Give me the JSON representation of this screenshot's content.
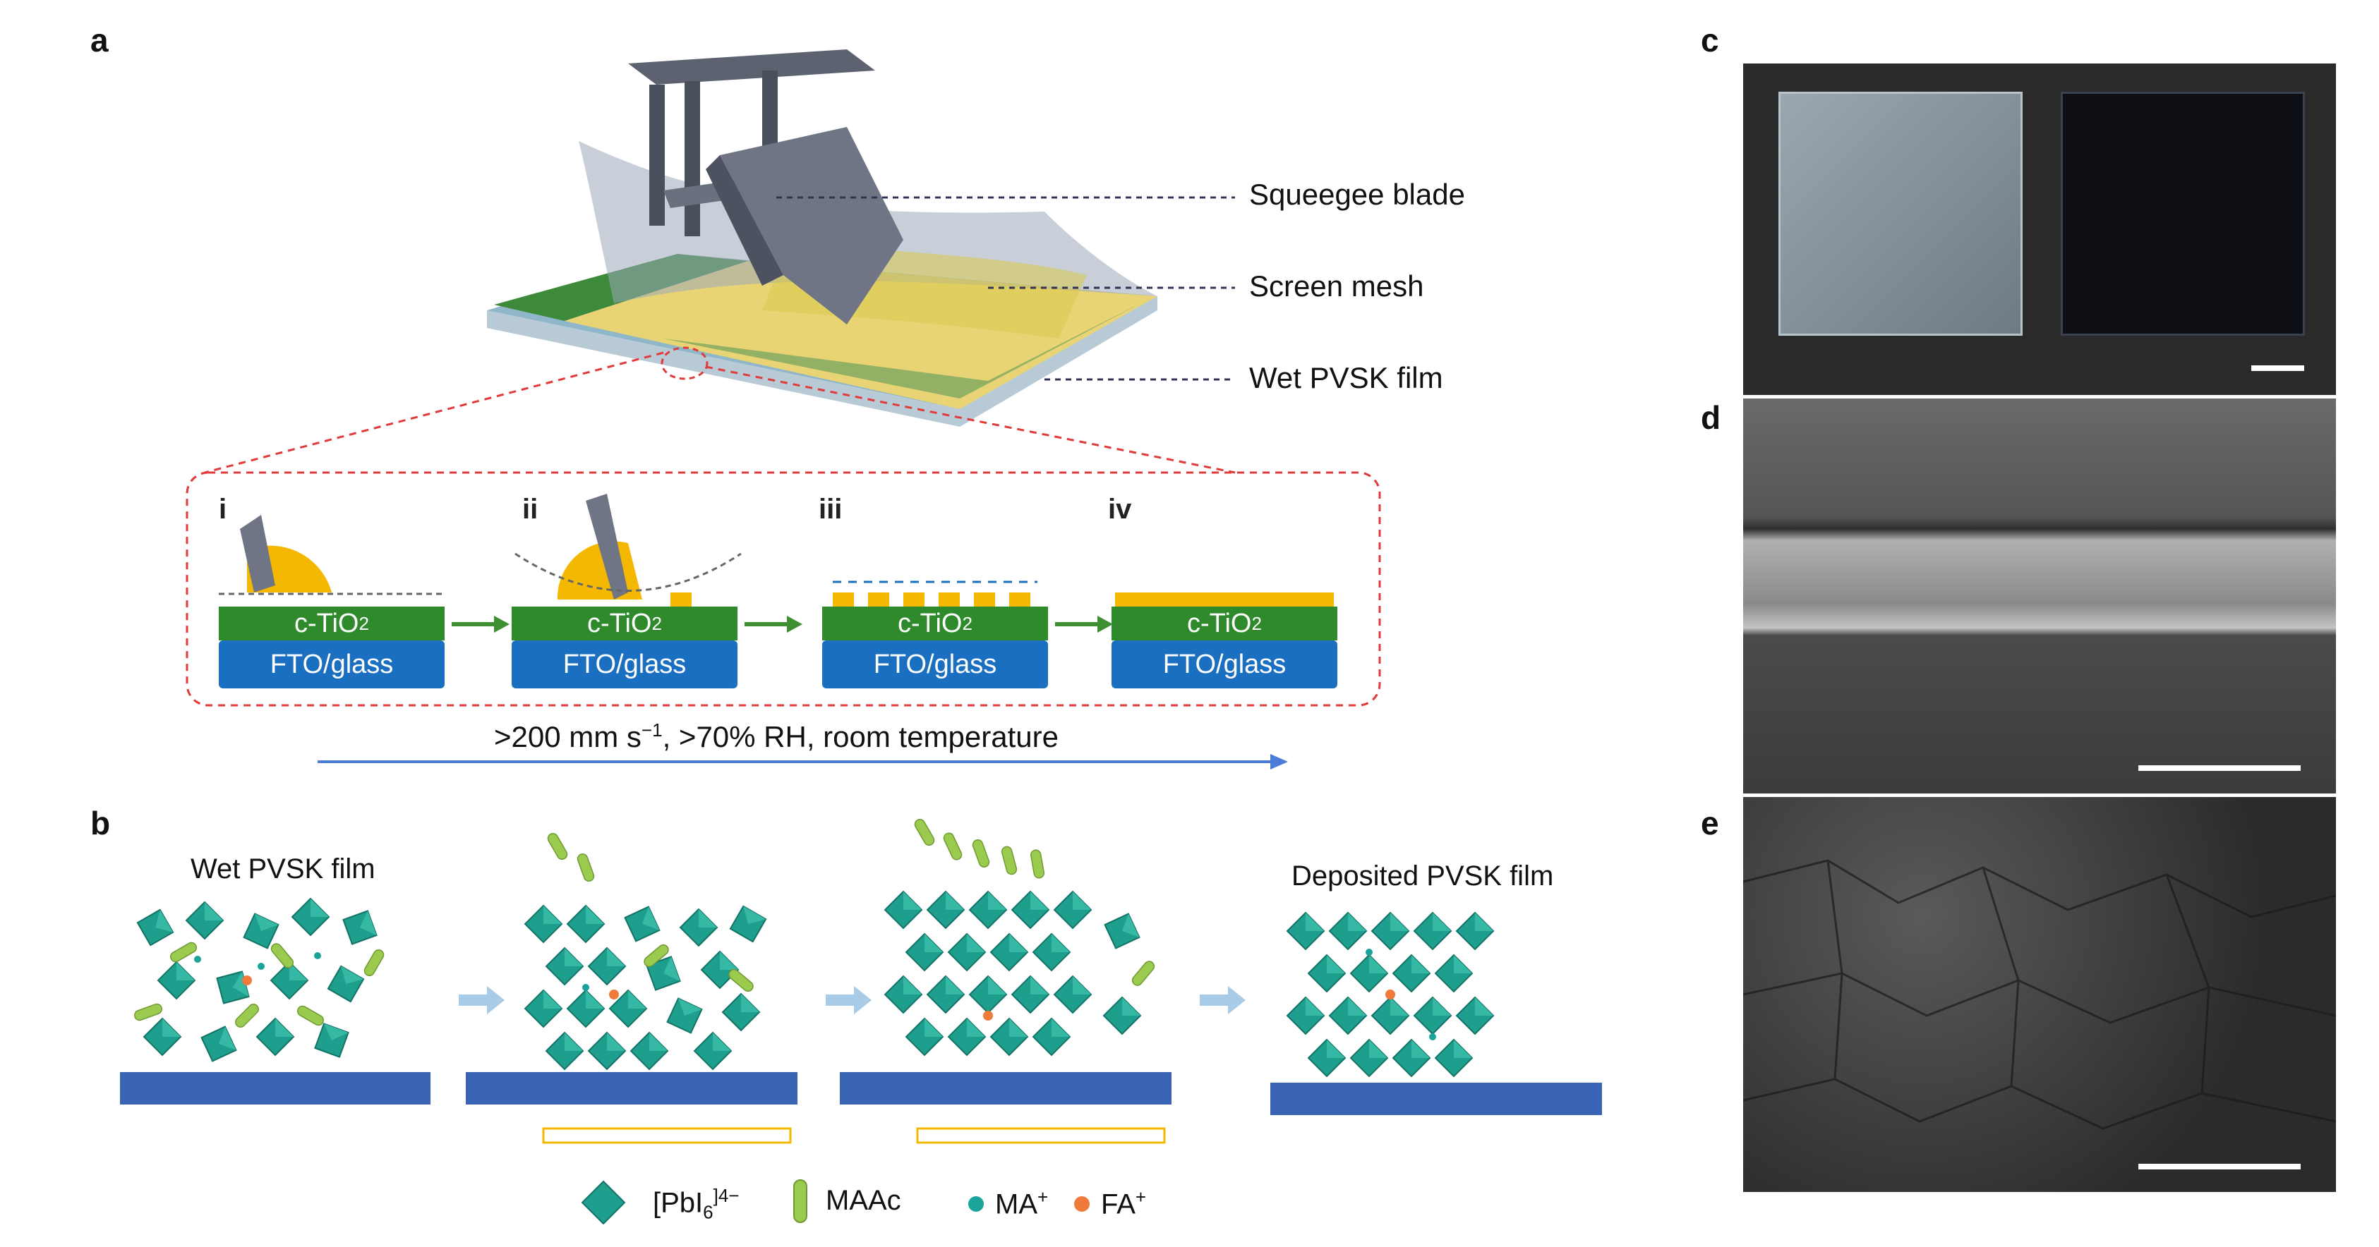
{
  "panels": {
    "a": "a",
    "b": "b",
    "c": "c",
    "d": "d",
    "e": "e"
  },
  "panel_a": {
    "callouts": [
      "Squeegee blade",
      "Screen mesh",
      "Wet PVSK film"
    ],
    "steps": [
      {
        "num": "i",
        "tio2": "c-TiO",
        "sub": "2",
        "fto": "FTO/glass"
      },
      {
        "num": "ii",
        "tio2": "c-TiO",
        "sub": "2",
        "fto": "FTO/glass"
      },
      {
        "num": "iii",
        "tio2": "c-TiO",
        "sub": "2",
        "fto": "FTO/glass"
      },
      {
        "num": "iv",
        "tio2": "c-TiO",
        "sub": "2",
        "fto": "FTO/glass"
      }
    ],
    "conditions": ">200 mm s",
    "conditions_exp": "−1",
    "conditions_rest": ", >70% RH, room temperature"
  },
  "panel_b": {
    "wet_label": "Wet PVSK film",
    "deposited_label": "Deposited PVSK film",
    "legend": {
      "pbi6": "[PbI",
      "pbi6_sub": "6",
      "pbi6_sup": "]4−",
      "maac": "MAAc",
      "ma": "MA",
      "ma_sup": "+",
      "fa": "FA",
      "fa_sup": "+"
    }
  },
  "colors": {
    "fto": "#1a6fc0",
    "tio2": "#2f8a2c",
    "perovskite_wet": "#f5b800",
    "octahedron": "#1e9e8c",
    "maac": "#9acb4e",
    "ma": "#1aa39a",
    "fa": "#f07a3a",
    "arrow_green": "#3d8f32",
    "arrow_blue": "#4a7ed6",
    "dash_red": "#e03a3a"
  }
}
